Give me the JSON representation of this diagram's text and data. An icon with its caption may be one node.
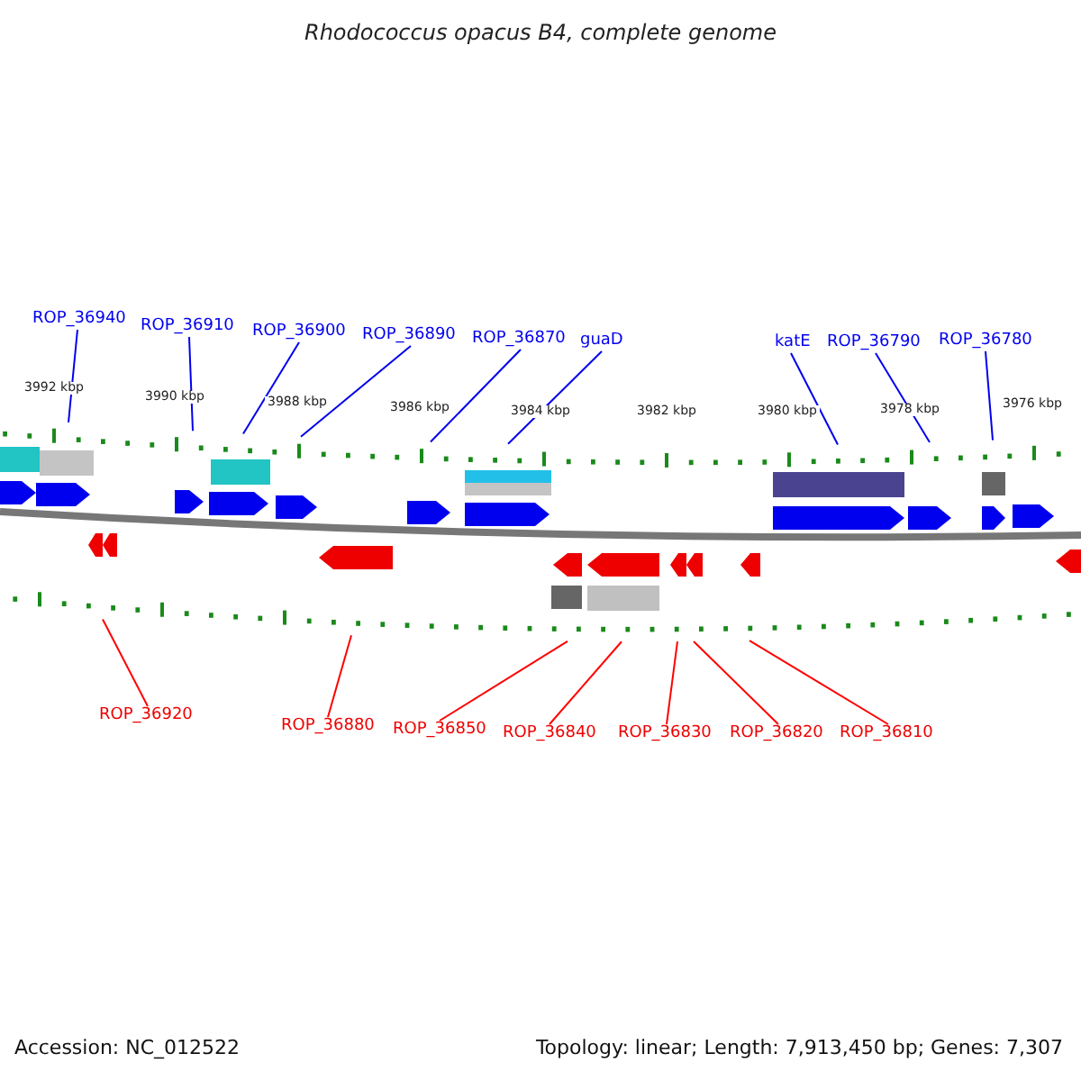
{
  "diagram": {
    "title": "Rhodococcus opacus B4, complete genome",
    "nodes": [
      {
        "text": [
          "ROP_36940"
        ]
      },
      {
        "text": [
          "ROP_36910"
        ]
      },
      {
        "text": [
          "ROP_36900"
        ]
      },
      {
        "text": [
          "ROP_36890"
        ]
      },
      {
        "text": [
          "ROP_36870"
        ]
      },
      {
        "text": [
          "guaD"
        ]
      },
      {
        "text": [
          "katE"
        ]
      },
      {
        "text": [
          "ROP_36790"
        ]
      },
      {
        "text": [
          "ROP_36780"
        ]
      },
      {
        "text": [
          "ROP_36920"
        ]
      },
      {
        "text": [
          "ROP_36880"
        ]
      },
      {
        "text": [
          "ROP_36850"
        ]
      },
      {
        "text": [
          "ROP_36840"
        ]
      },
      {
        "text": [
          "ROP_36830"
        ]
      },
      {
        "text": [
          "ROP_36820"
        ]
      },
      {
        "text": [
          "ROP_36810"
        ]
      }
    ],
    "edges": [
      {
        "from": 0,
        "to": null,
        "arrow": "none"
      },
      {
        "from": 1,
        "to": null,
        "arrow": "none"
      },
      {
        "from": 2,
        "to": null,
        "arrow": "none"
      },
      {
        "from": 3,
        "to": null,
        "arrow": "none"
      },
      {
        "from": 4,
        "to": null,
        "arrow": "none"
      },
      {
        "from": 5,
        "to": null,
        "arrow": "none"
      },
      {
        "from": 6,
        "to": null,
        "arrow": "none"
      },
      {
        "from": 7,
        "to": null,
        "arrow": "none"
      },
      {
        "from": 8,
        "to": null,
        "arrow": "none"
      },
      {
        "from": 9,
        "to": null,
        "arrow": "none",
        "color": "#ff0000"
      },
      {
        "from": 10,
        "to": null,
        "arrow": "none",
        "color": "#ff0000"
      },
      {
        "from": 11,
        "to": null,
        "arrow": "none",
        "color": "#ff0000"
      },
      {
        "from": 12,
        "to": null,
        "arrow": "none",
        "color": "#ff0000"
      },
      {
        "from": 13,
        "to": null,
        "arrow": "none",
        "color": "#ff0000"
      },
      {
        "from": 14,
        "to": null,
        "arrow": "none",
        "color": "#ff0000"
      },
      {
        "from": 15,
        "to": null,
        "arrow": "none",
        "color": "#ff0000"
      }
    ],
    "labels": [
      "3992 kbp",
      "3990 kbp",
      "3988 kbp",
      "3986 kbp",
      "3984 kbp",
      "3982 kbp",
      "3980 kbp",
      "3978 kbp",
      "3976 kbp",
      "Accession: NC_012522",
      "Topology: linear; Length: 7,913,450 bp; Genes: 7,307"
    ]
  }
}
